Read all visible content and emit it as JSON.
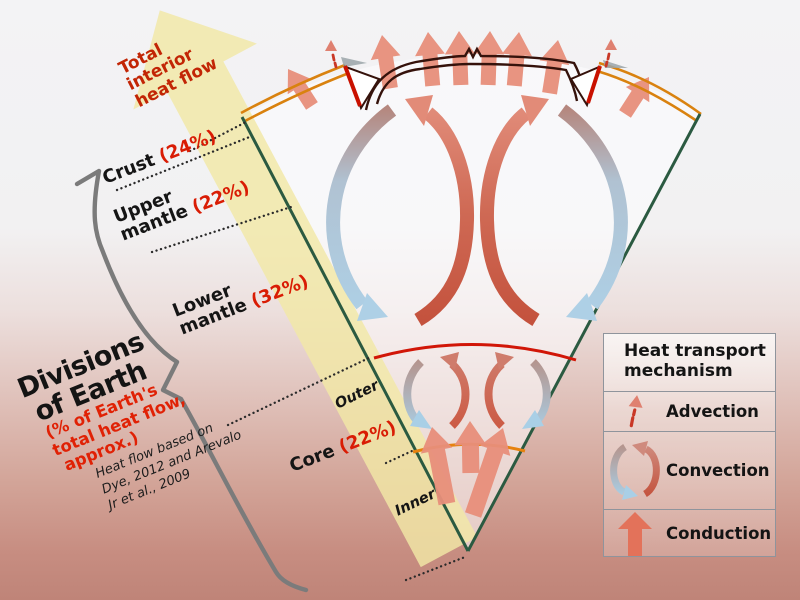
{
  "total_heat_flow_arrow": {
    "label_lines": [
      "Total",
      "interior",
      "heat flow"
    ]
  },
  "layer_labels": [
    {
      "id": "crust",
      "line1": "Crust",
      "line2": "",
      "pct": "(24%)"
    },
    {
      "id": "upper-mantle",
      "line1": "Upper",
      "line2": "mantle",
      "pct": "(22%)"
    },
    {
      "id": "lower-mantle",
      "line1": "Lower",
      "line2": "mantle",
      "pct": "(32%)"
    },
    {
      "id": "core",
      "line1": "Core",
      "line2": "",
      "pct": "(22%)"
    }
  ],
  "core_zones": {
    "outer": "Outer",
    "inner": "Inner"
  },
  "title_block": {
    "title_line1": "Divisions",
    "title_line2": "of Earth",
    "subtitle_line1": "(% of Earth's",
    "subtitle_line2": "total heat flow,",
    "subtitle_line3": "approx.)",
    "source_line1": "Heat flow based on",
    "source_line2": "Dye, 2012 and Arevalo",
    "source_line3": "Jr et al., 2009"
  },
  "legend": {
    "title_line1": "Heat transport",
    "title_line2": "mechanism",
    "items": [
      {
        "label": "Advection",
        "icon": "advection-arrow-icon"
      },
      {
        "label": "Convection",
        "icon": "convection-arrows-icon"
      },
      {
        "label": "Conduction",
        "icon": "conduction-arrow-icon"
      }
    ]
  },
  "colors": {
    "background_top": "#f3f3f5",
    "background_bottom": "#bf8478",
    "wedge_edge_green": "#2b5a41",
    "crust_orange": "#d9820f",
    "crust_dark": "#35120b",
    "subduction_slab_red": "#c91100",
    "core_mantle_boundary_red": "#d11607",
    "inner_core_boundary_orange": "#e6820f",
    "conduction_arrow_salmon": "#e88f7b",
    "convection_warm_red": "#c4523d",
    "convection_cool_blue": "#aed0e6",
    "advection_red": "#c93726",
    "total_flow_arrow_yellow": "#f1e8a6",
    "label_percent_red": "#d91c04",
    "bracket_gray": "#7b7b7b",
    "volcano_gray": "#9aa5a8"
  }
}
